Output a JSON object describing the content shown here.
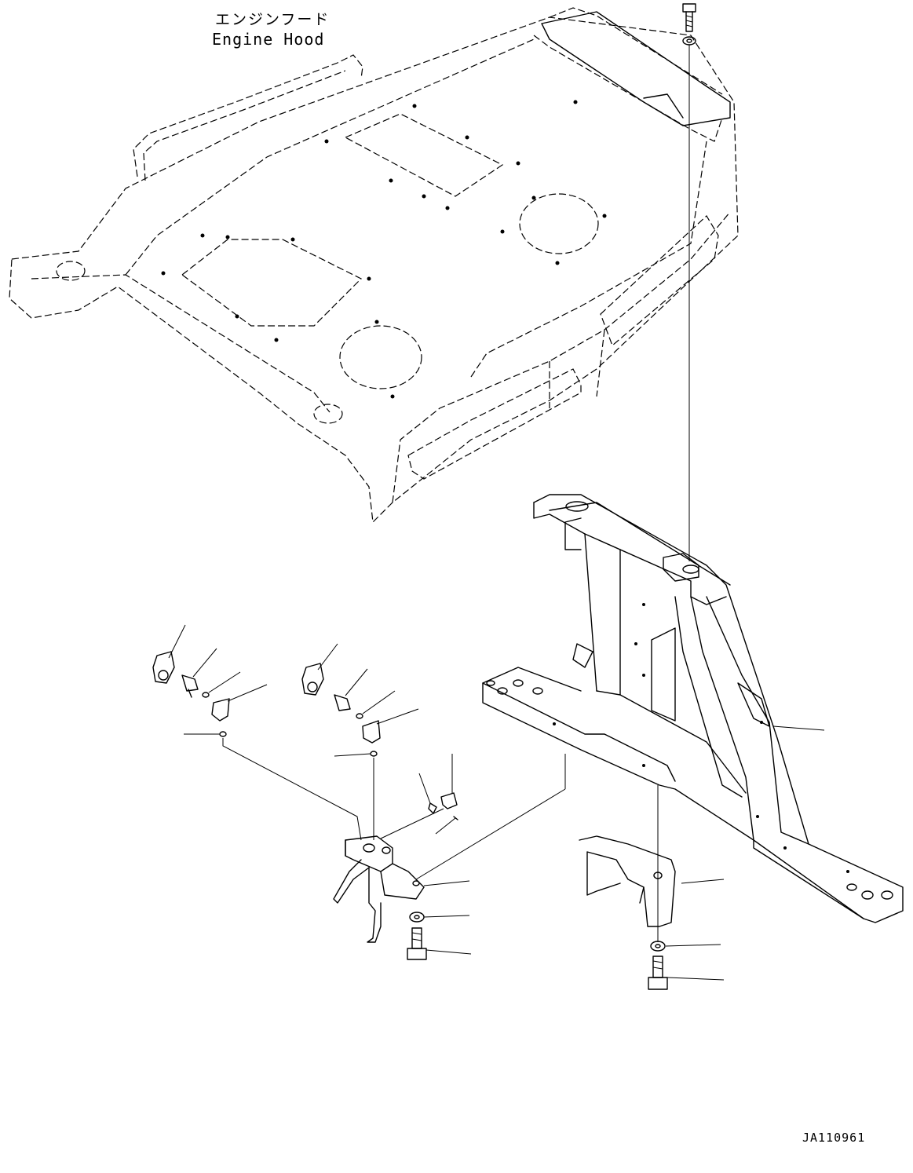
{
  "title": {
    "japanese": "エンジンフード",
    "english": "Engine Hood"
  },
  "drawing_code": "JA110961"
}
